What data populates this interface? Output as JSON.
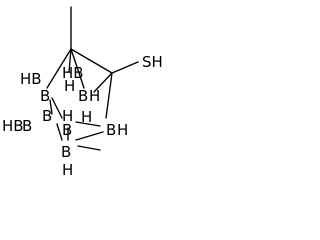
{
  "molecule": {
    "atom_labels": {
      "thiol": "SH",
      "hb_1": "HB",
      "b_1": "B",
      "hb_top": "HB",
      "h_top": "H",
      "b_right_top": "B",
      "h_right_top": "H",
      "hb_2": "HB",
      "b_2": "B",
      "b_3": "B",
      "h_center": "H",
      "b_mid": "B",
      "h_mid": "H",
      "b_right": "B",
      "h_right": "H",
      "b_bottom": "B",
      "h_bottom": "H"
    }
  }
}
